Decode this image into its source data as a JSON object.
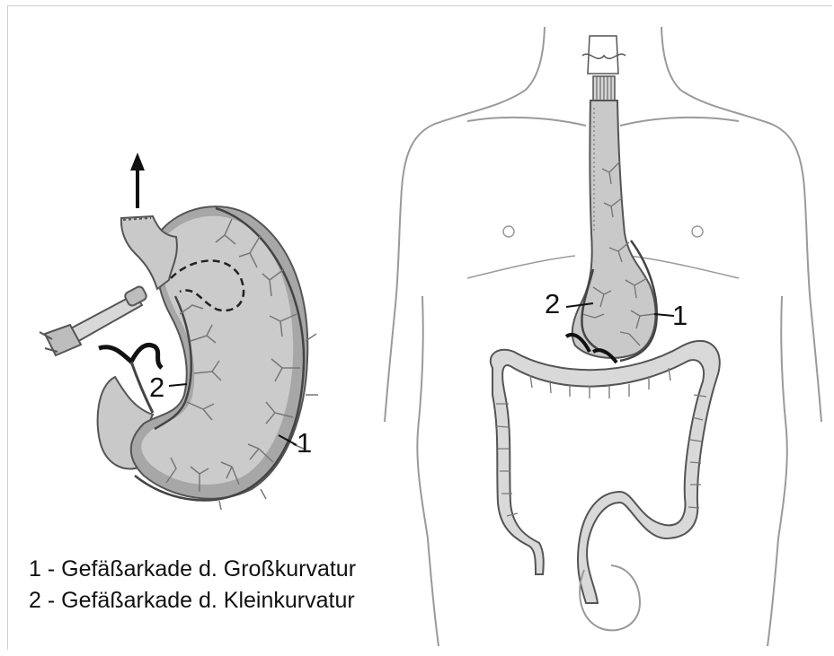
{
  "callouts": {
    "left_one": "1",
    "left_two": "2",
    "right_one": "1",
    "right_two": "2"
  },
  "legend": [
    {
      "text": "1 - Gefäßarkade d. Großkurvatur"
    },
    {
      "text": "2 - Gefäßarkade d. Kleinkurvatur"
    }
  ],
  "colors": {
    "organ_fill": "#c9c9c9",
    "organ_shadow": "#a7a7a7",
    "outline": "#555555",
    "vessel": "#777777",
    "body_outline": "#9a9a9a"
  }
}
